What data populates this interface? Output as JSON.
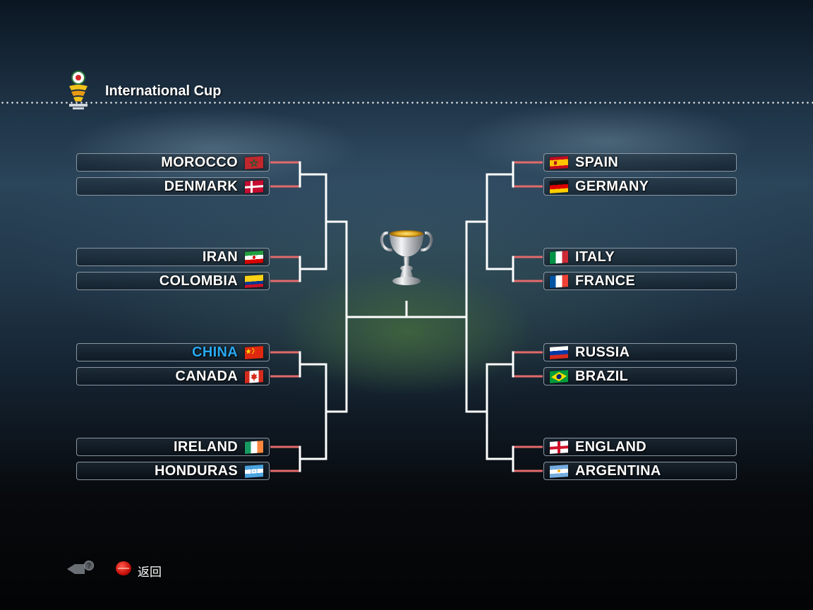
{
  "header": {
    "title": "International Cup",
    "logo_icon": "international-cup-logo"
  },
  "left_teams": [
    {
      "name": "MOROCCO",
      "flag": "morocco",
      "selected": false
    },
    {
      "name": "DENMARK",
      "flag": "denmark",
      "selected": false
    },
    {
      "name": "IRAN",
      "flag": "iran",
      "selected": false
    },
    {
      "name": "COLOMBIA",
      "flag": "colombia",
      "selected": false
    },
    {
      "name": "CHINA",
      "flag": "china",
      "selected": true
    },
    {
      "name": "CANADA",
      "flag": "canada",
      "selected": false
    },
    {
      "name": "IRELAND",
      "flag": "ireland",
      "selected": false
    },
    {
      "name": "HONDURAS",
      "flag": "honduras",
      "selected": false
    }
  ],
  "right_teams": [
    {
      "name": "SPAIN",
      "flag": "spain",
      "selected": false
    },
    {
      "name": "GERMANY",
      "flag": "germany",
      "selected": false
    },
    {
      "name": "ITALY",
      "flag": "italy",
      "selected": false
    },
    {
      "name": "FRANCE",
      "flag": "france",
      "selected": false
    },
    {
      "name": "RUSSIA",
      "flag": "russia",
      "selected": false
    },
    {
      "name": "BRAZIL",
      "flag": "brazil",
      "selected": false
    },
    {
      "name": "ENGLAND",
      "flag": "england",
      "selected": false
    },
    {
      "name": "ARGENTINA",
      "flag": "argentina",
      "selected": false
    }
  ],
  "footer": {
    "back_label": "返回",
    "back_button_icon": "red-circle-button",
    "help_icon": "controller-help-icon"
  },
  "colors": {
    "selected_team": "#29a9f2",
    "first_round_line": "#e36a6a",
    "bracket_line": "#ffffff"
  }
}
